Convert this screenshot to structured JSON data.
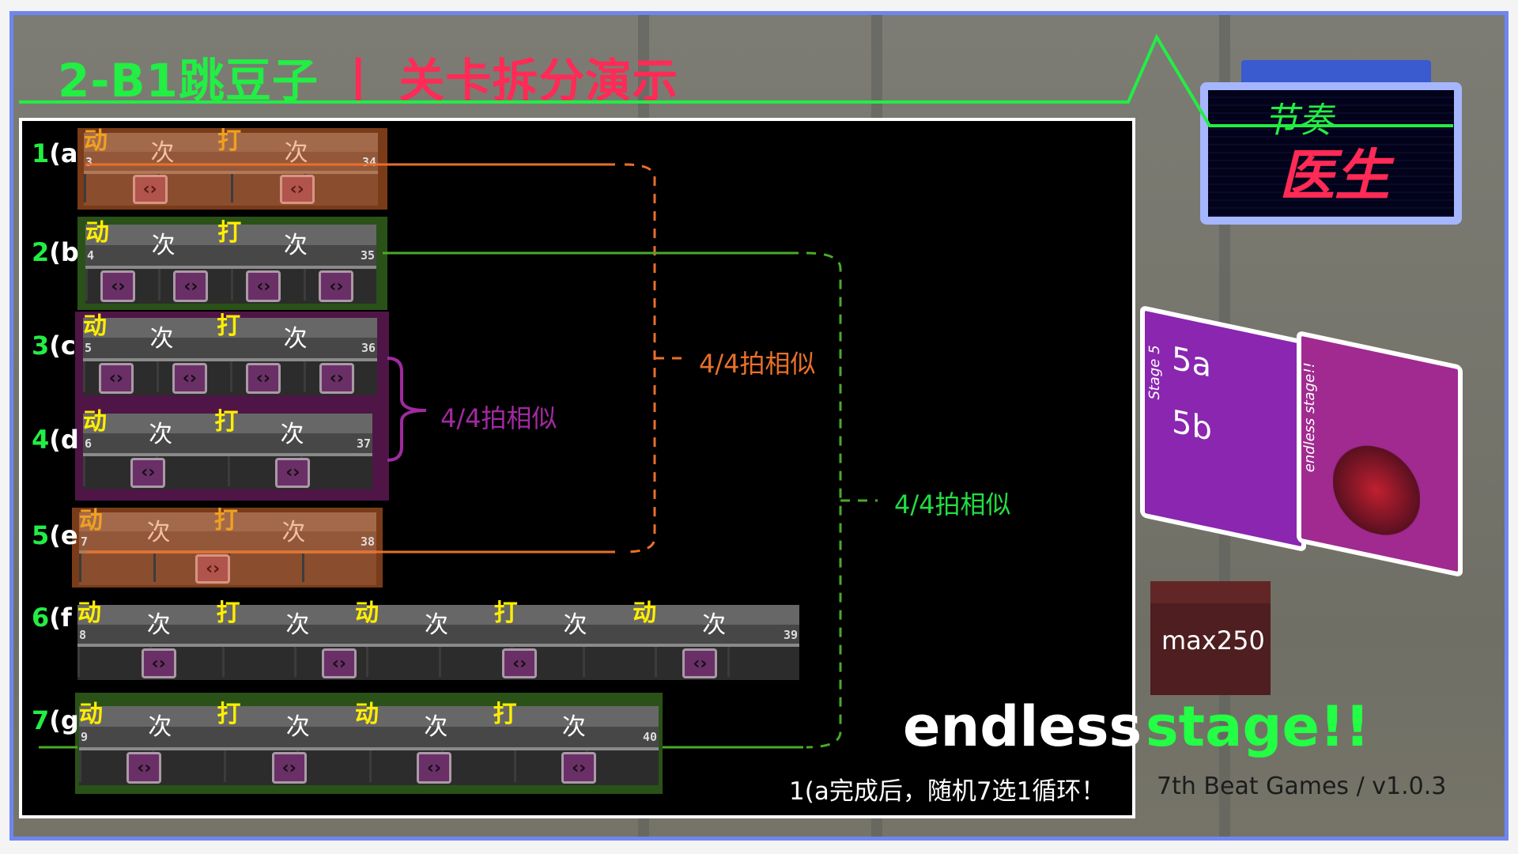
{
  "title": {
    "part1": "2-B1跳豆子",
    "sep": "丨",
    "part2": "关卡拆分演示"
  },
  "rows": [
    {
      "num": "1",
      "letter": "(a",
      "theme": "orange",
      "start": "3",
      "end": "34",
      "labels": [
        "动",
        "次",
        "打",
        "次"
      ],
      "notes": 2
    },
    {
      "num": "2",
      "letter": "(b",
      "theme": "green",
      "start": "4",
      "end": "35",
      "labels": [
        "动",
        "次",
        "打",
        "次"
      ],
      "notes": 4
    },
    {
      "num": "3",
      "letter": "(c",
      "theme": "purple",
      "start": "5",
      "end": "36",
      "labels": [
        "动",
        "次",
        "打",
        "次"
      ],
      "notes": 4
    },
    {
      "num": "4",
      "letter": "(d",
      "theme": "purple",
      "start": "6",
      "end": "37",
      "labels": [
        "动",
        "次",
        "打",
        "次"
      ],
      "notes": 2
    },
    {
      "num": "5",
      "letter": "(e",
      "theme": "orange",
      "start": "7",
      "end": "38",
      "labels": [
        "动",
        "次",
        "打",
        "次"
      ],
      "notes": 1
    },
    {
      "num": "6",
      "letter": "(f",
      "theme": "none",
      "start": "8",
      "end": "39",
      "labels": [
        "动",
        "次",
        "打",
        "次",
        "动",
        "次",
        "打",
        "次",
        "动",
        "次"
      ],
      "notes": 4
    },
    {
      "num": "7",
      "letter": "(g",
      "theme": "green",
      "start": "9",
      "end": "40",
      "labels": [
        "动",
        "次",
        "打",
        "次",
        "动",
        "次",
        "打",
        "次"
      ],
      "notes": 4
    }
  ],
  "similar": {
    "orange": "4/4拍相似",
    "purple": "4/4拍相似",
    "green": "4/4拍相似"
  },
  "endless": "endless",
  "stage": "stage!!",
  "loop_note": "1(a完成后，随机7选1循环！",
  "credit": "7th Beat Games / v1.0.3",
  "logo": {
    "line1": "节奏",
    "line2": "医生"
  },
  "cards": {
    "stage_label": "Stage 5",
    "a": "5a",
    "b": "5b",
    "endless": "endless stage!!"
  },
  "max": "max250",
  "colors": {
    "green": "#22ee44",
    "red": "#ff2a55",
    "orange": "#e8702a",
    "purple": "#a02aa0",
    "frame": "#6f86f0"
  }
}
